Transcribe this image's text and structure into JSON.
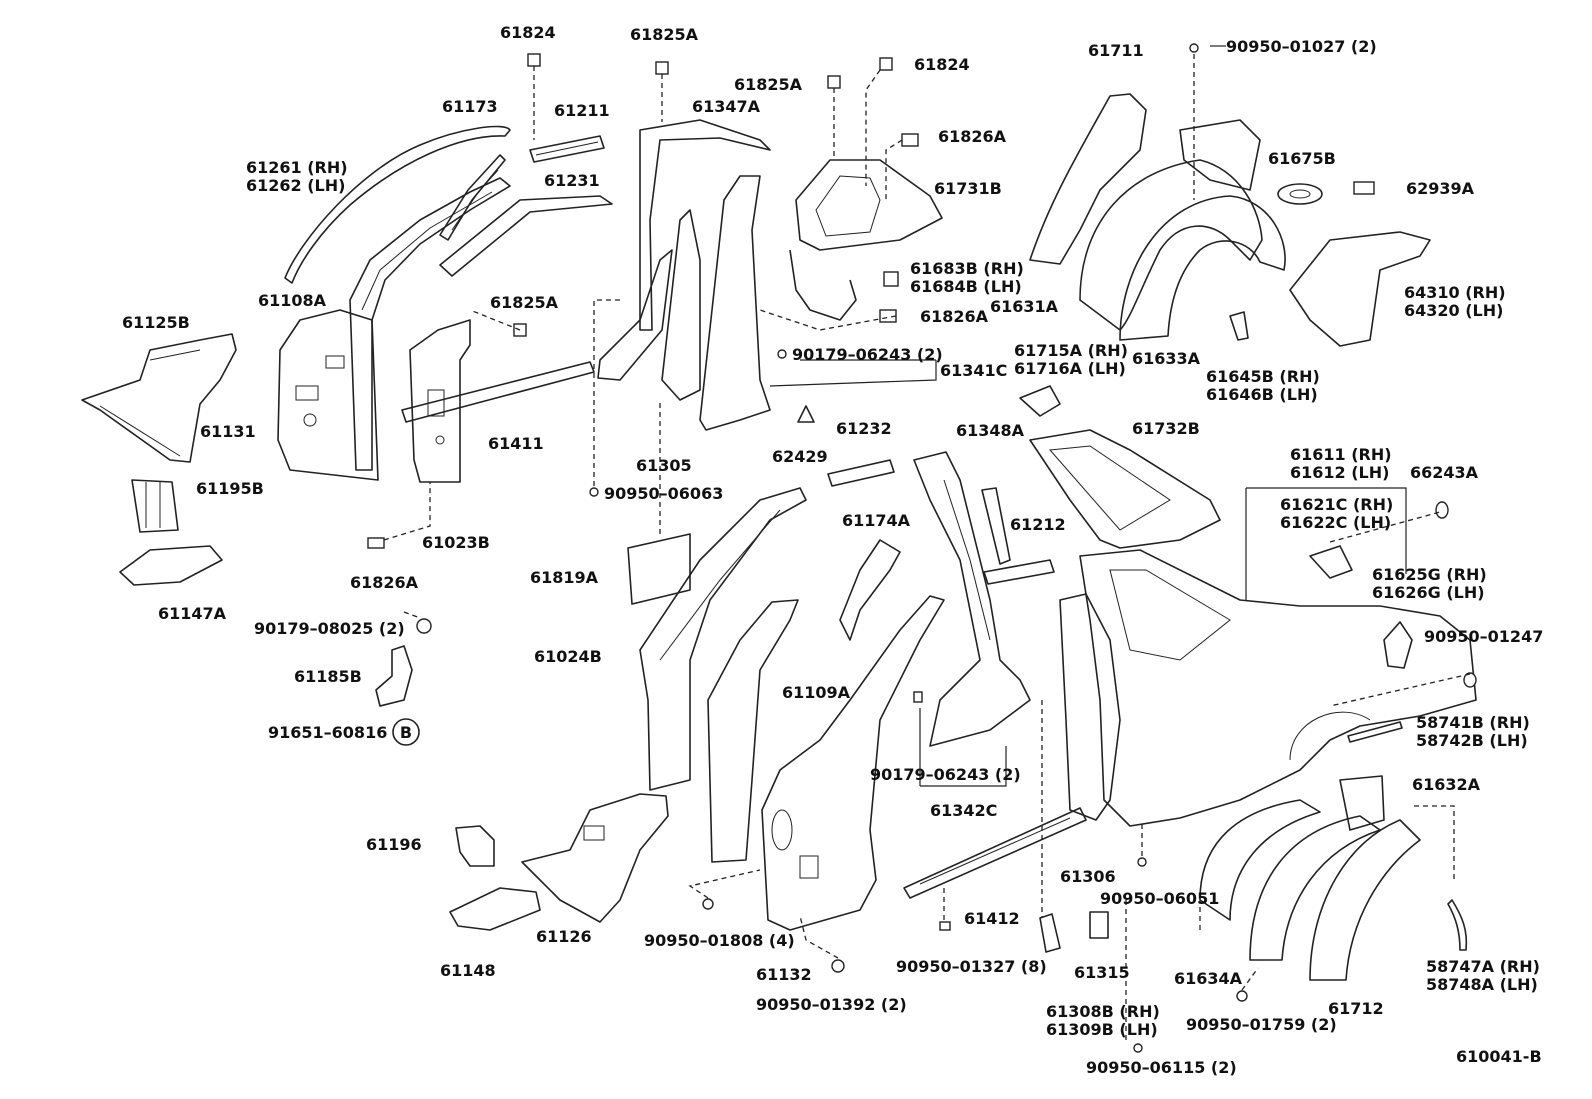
{
  "diagram_id": "610041-B",
  "callout_letter": "B",
  "labels": {
    "p61824_a": "61824",
    "p61825a_a": "61825A",
    "p61173": "61173",
    "p61211": "61211",
    "p61261_rh": "61261 (RH)",
    "p61262_lh": "61262 (LH)",
    "p61231": "61231",
    "p61108a": "61108A",
    "p61825a_b": "61825A",
    "p61125b": "61125B",
    "p61131": "61131",
    "p61411": "61411",
    "p61195b": "61195B",
    "p61023b": "61023B",
    "p61826a_a": "61826A",
    "p61147a": "61147A",
    "p90179_08025": "90179–08025 (2)",
    "p61185b": "61185B",
    "p91651_60816": "91651–60816",
    "p61196": "61196",
    "p61148": "61148",
    "p61126": "61126",
    "p61347a": "61347A",
    "p61825a_c": "61825A",
    "p61824_b": "61824",
    "p61826a_b": "61826A",
    "p61731b": "61731B",
    "p61683b_rh": "61683B (RH)",
    "p61684b_lh": "61684B (LH)",
    "p61826a_c": "61826A",
    "p90179_06243_a": "90179–06243 (2)",
    "p61341c": "61341C",
    "p61305": "61305",
    "p90950_06063": "90950–06063",
    "p61819a": "61819A",
    "p62429": "62429",
    "p61232": "61232",
    "p61024b": "61024B",
    "p61174a": "61174A",
    "p61109a": "61109A",
    "p90950_01808": "90950–01808 (4)",
    "p61132": "61132",
    "p90950_01392": "90950–01392 (2)",
    "p61348a": "61348A",
    "p61212": "61212",
    "p90179_06243_b": "90179–06243 (2)",
    "p61342c": "61342C",
    "p61412": "61412",
    "p90950_01327": "90950–01327 (8)",
    "p61711": "61711",
    "p90950_01027": "90950–01027 (2)",
    "p61675b": "61675B",
    "p62939a": "62939A",
    "p61631a": "61631A",
    "p61633a": "61633A",
    "p64310_rh": "64310 (RH)",
    "p64320_lh": "64320 (LH)",
    "p61715a_rh": "61715A (RH)",
    "p61716a_lh": "61716A (LH)",
    "p61645b_rh": "61645B (RH)",
    "p61646b_lh": "61646B (LH)",
    "p61732b": "61732B",
    "p61611_rh": "61611 (RH)",
    "p61612_lh": "61612 (LH)",
    "p66243a": "66243A",
    "p61621c_rh": "61621C (RH)",
    "p61622c_lh": "61622C (LH)",
    "p61625g_rh": "61625G (RH)",
    "p61626g_lh": "61626G (LH)",
    "p90950_01247": "90950–01247",
    "p58741b_rh": "58741B (RH)",
    "p58742b_lh": "58742B (LH)",
    "p61632a": "61632A",
    "p61306": "61306",
    "p90950_06051": "90950–06051",
    "p61315": "61315",
    "p61308b_rh": "61308B (RH)",
    "p61309b_lh": "61309B (LH)",
    "p90950_06115": "90950–06115 (2)",
    "p61634a": "61634A",
    "p90950_01759": "90950–01759 (2)",
    "p61712": "61712",
    "p58747a_rh": "58747A (RH)",
    "p58748a_lh": "58748A (LH)"
  }
}
